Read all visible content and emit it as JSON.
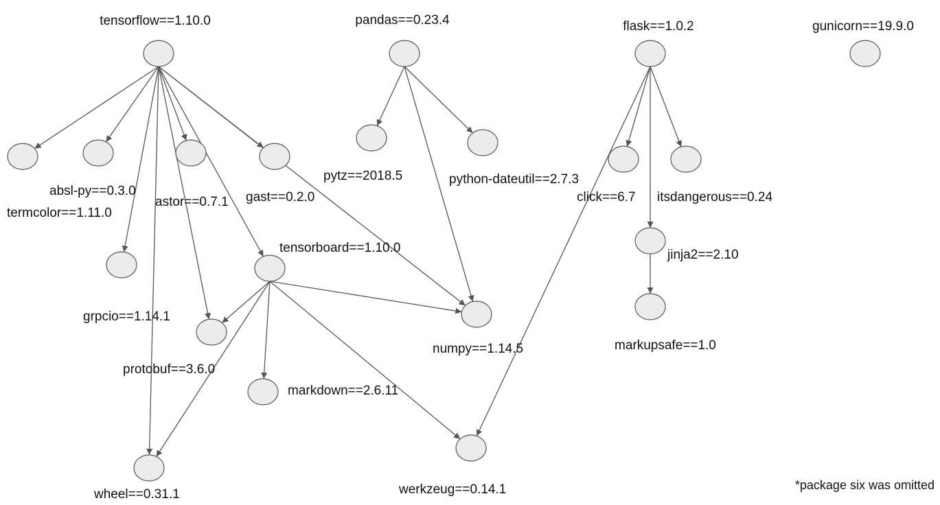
{
  "graph": {
    "nodes": [
      {
        "id": "tensorflow",
        "label": "tensorflow==1.10.0"
      },
      {
        "id": "termcolor",
        "label": "termcolor==1.11.0"
      },
      {
        "id": "absl",
        "label": "absl-py==0.3.0"
      },
      {
        "id": "astor",
        "label": "astor==0.7.1"
      },
      {
        "id": "gast",
        "label": "gast==0.2.0"
      },
      {
        "id": "grpcio",
        "label": "grpcio==1.14.1"
      },
      {
        "id": "tensorboard",
        "label": "tensorboard==1.10.0"
      },
      {
        "id": "protobuf",
        "label": "protobuf==3.6.0"
      },
      {
        "id": "markdown",
        "label": "markdown==2.6.11"
      },
      {
        "id": "wheel",
        "label": "wheel==0.31.1"
      },
      {
        "id": "pandas",
        "label": "pandas==0.23.4"
      },
      {
        "id": "pytz",
        "label": "pytz==2018.5"
      },
      {
        "id": "dateutil",
        "label": "python-dateutil==2.7.3"
      },
      {
        "id": "numpy",
        "label": "numpy==1.14.5"
      },
      {
        "id": "werkzeug",
        "label": "werkzeug==0.14.1"
      },
      {
        "id": "flask",
        "label": "flask==1.0.2"
      },
      {
        "id": "click",
        "label": "click==6.7"
      },
      {
        "id": "itsdangerous",
        "label": "itsdangerous==0.24"
      },
      {
        "id": "jinja2",
        "label": "jinja2==2.10"
      },
      {
        "id": "markupsafe",
        "label": "markupsafe==1.0"
      },
      {
        "id": "gunicorn",
        "label": "gunicorn==19.9.0"
      }
    ],
    "edges": [
      [
        "tensorflow",
        "termcolor"
      ],
      [
        "tensorflow",
        "absl"
      ],
      [
        "tensorflow",
        "astor"
      ],
      [
        "tensorflow",
        "gast"
      ],
      [
        "tensorflow",
        "grpcio"
      ],
      [
        "tensorflow",
        "tensorboard"
      ],
      [
        "tensorflow",
        "protobuf"
      ],
      [
        "tensorflow",
        "numpy"
      ],
      [
        "tensorflow",
        "wheel"
      ],
      [
        "tensorboard",
        "protobuf"
      ],
      [
        "tensorboard",
        "markdown"
      ],
      [
        "tensorboard",
        "wheel"
      ],
      [
        "tensorboard",
        "numpy"
      ],
      [
        "tensorboard",
        "werkzeug"
      ],
      [
        "pandas",
        "pytz"
      ],
      [
        "pandas",
        "dateutil"
      ],
      [
        "pandas",
        "numpy"
      ],
      [
        "flask",
        "click"
      ],
      [
        "flask",
        "itsdangerous"
      ],
      [
        "flask",
        "jinja2"
      ],
      [
        "flask",
        "werkzeug"
      ],
      [
        "jinja2",
        "markupsafe"
      ]
    ]
  },
  "footnote": "*package six was omitted",
  "colors": {
    "node_fill": "#ececec",
    "node_stroke": "#555555",
    "edge": "#555555"
  }
}
